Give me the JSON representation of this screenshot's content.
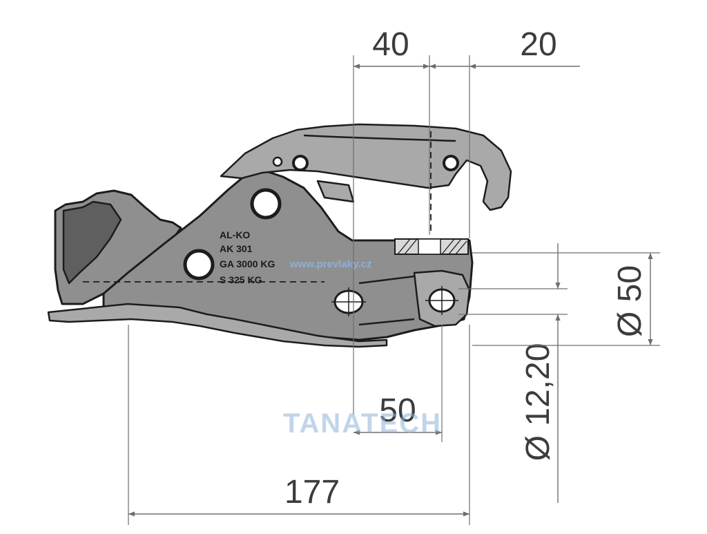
{
  "dimensions": {
    "top_left": "40",
    "top_right": "20",
    "middle": "50",
    "bottom": "177",
    "diameter_small": "Ø 12,20",
    "diameter_large": "Ø 50"
  },
  "body_markings": {
    "line1": "AL-KO",
    "line2": "AK 301",
    "line3": "GA 3000 KG",
    "line4": "S 325 KG"
  },
  "watermarks": {
    "url": "www.prevlaky.cz",
    "brand": "TANATECH"
  },
  "colors": {
    "body": "#8f8f8f",
    "outline": "#1c1c1c",
    "dimension": "#6e6e6e",
    "watermark": "#8fb3d9"
  }
}
